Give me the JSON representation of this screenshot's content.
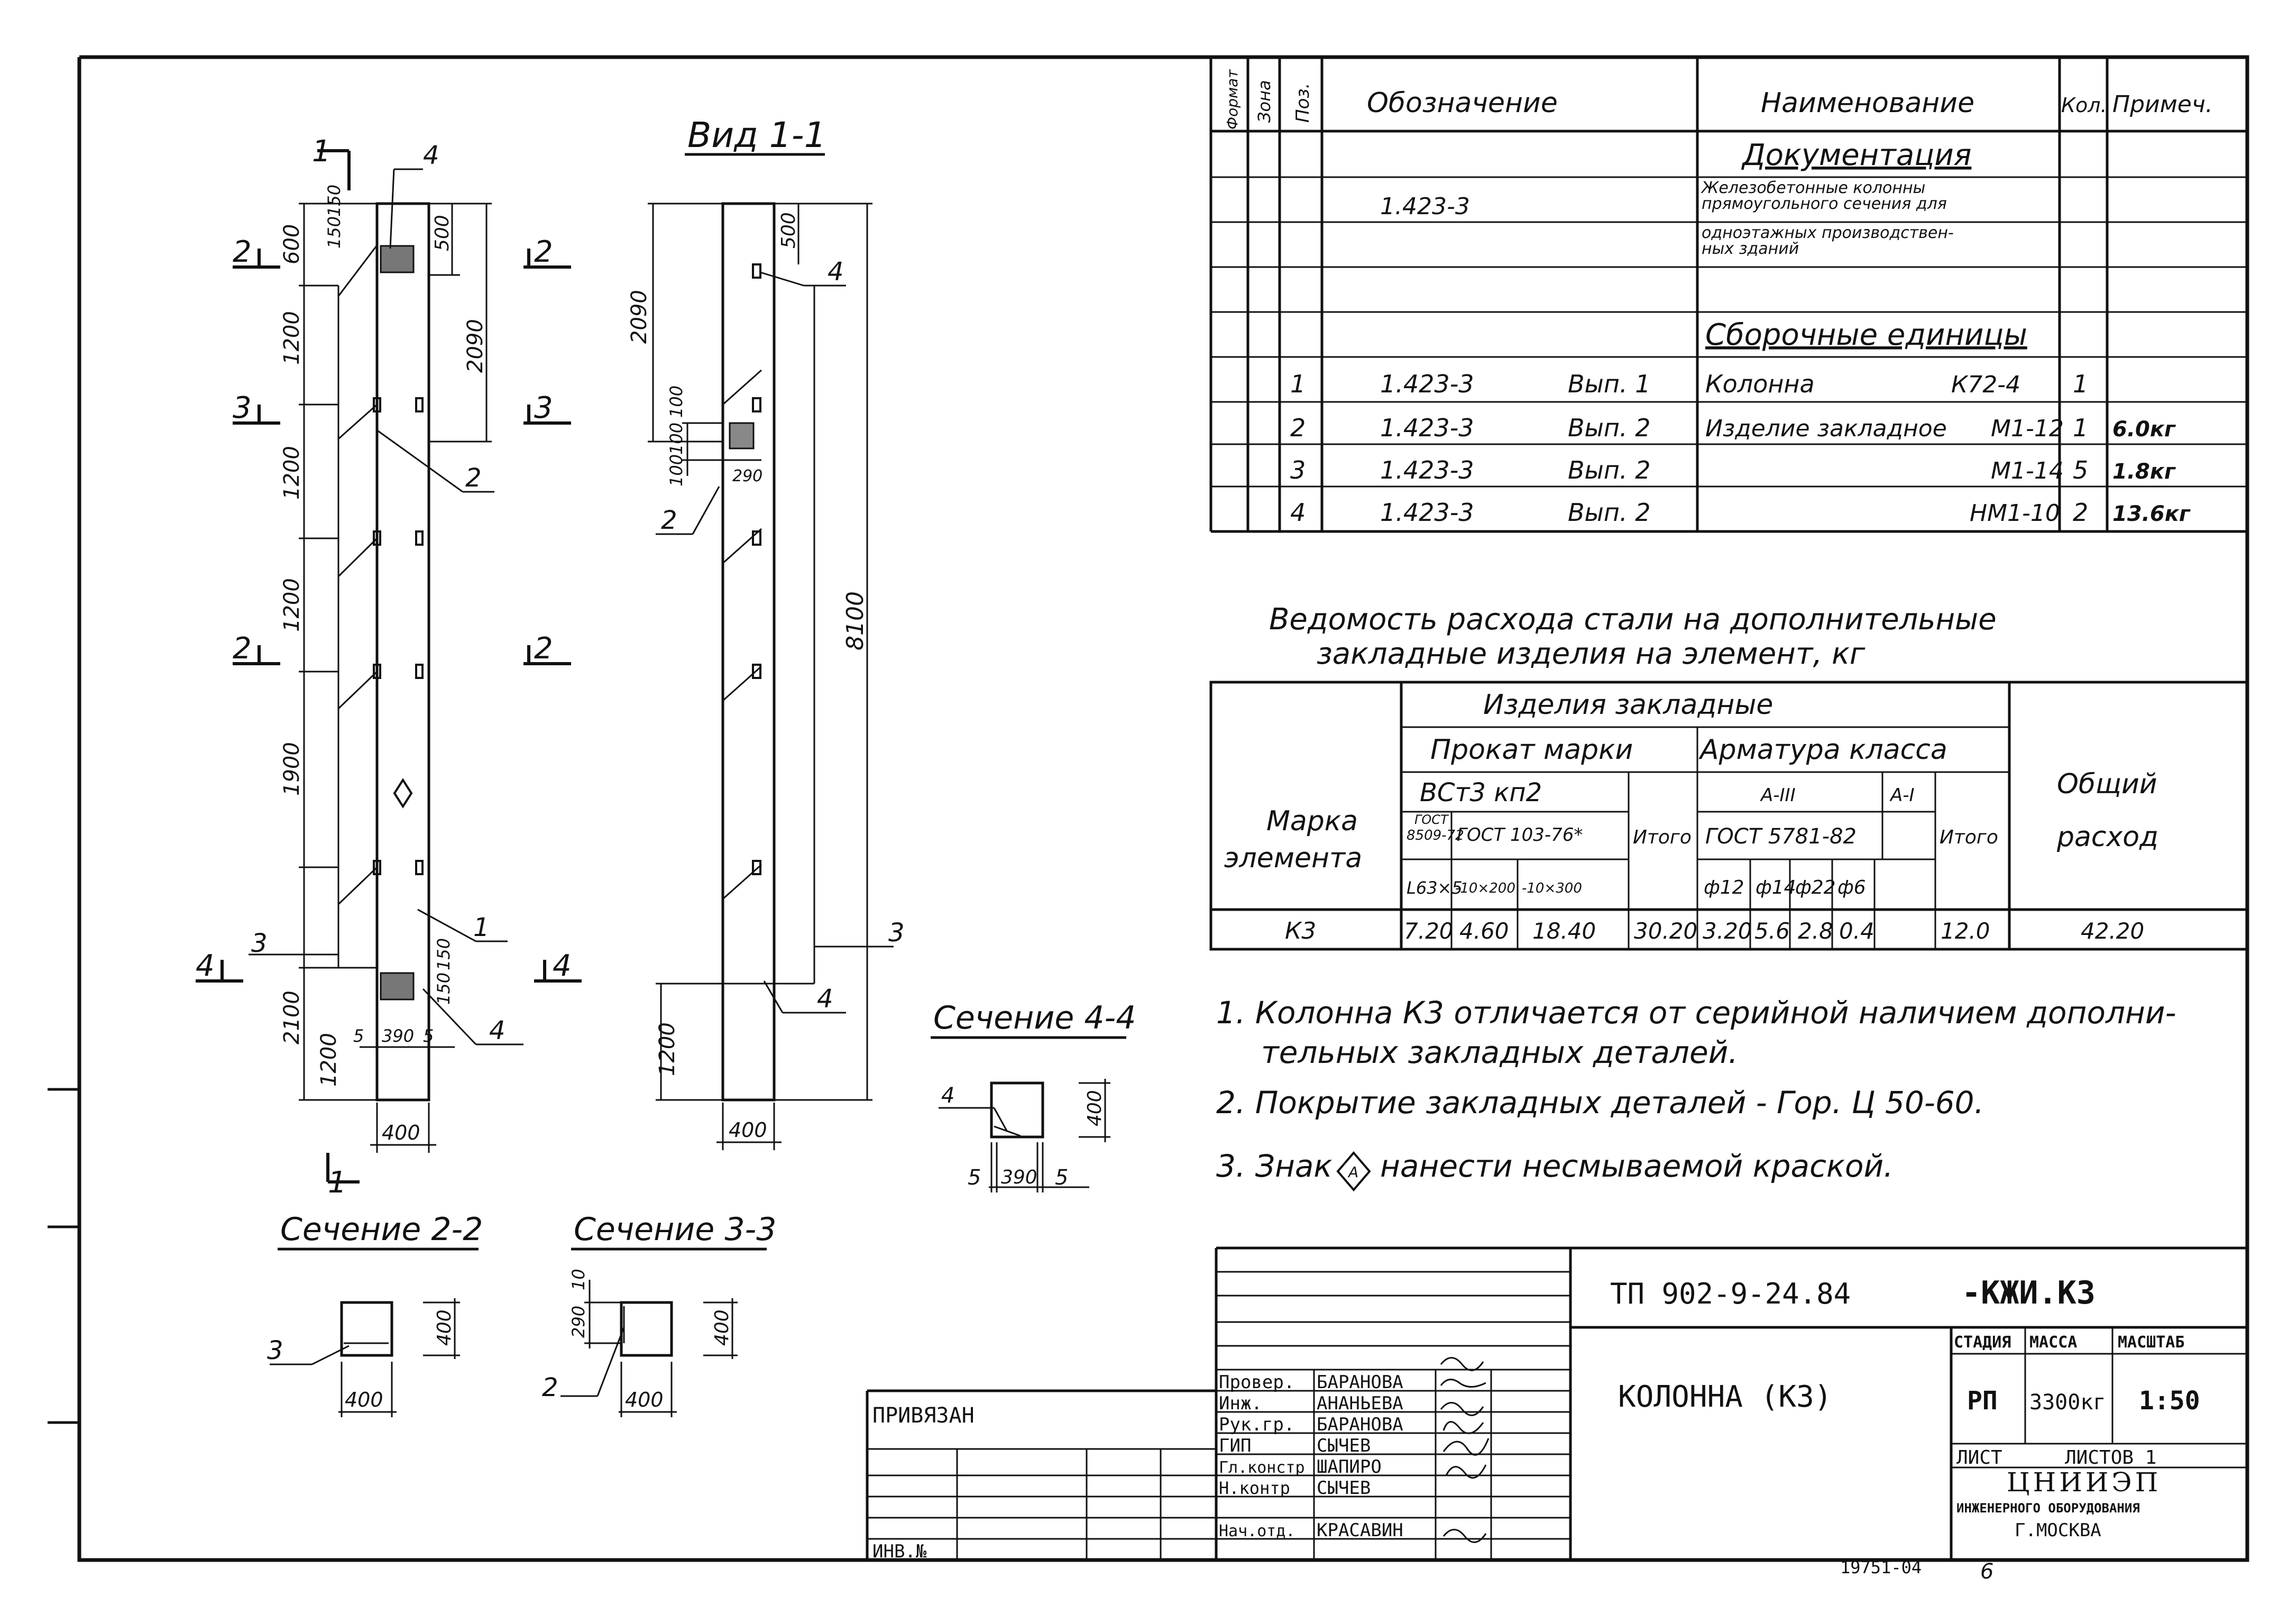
{
  "drawing": {
    "view_title": "Вид 1-1",
    "front_view": {
      "section_marks": [
        "1",
        "1",
        "2",
        "2",
        "3",
        "3",
        "2",
        "2",
        "4",
        "4"
      ],
      "dims_left": [
        "600",
        "1200",
        "1200",
        "1200",
        "1900",
        "2100",
        "1200"
      ],
      "dims_misc": [
        "150",
        "150",
        "500",
        "2090",
        "5",
        "390",
        "5",
        "150",
        "150",
        "400"
      ],
      "callouts": [
        "4",
        "2",
        "1",
        "3",
        "4"
      ]
    },
    "side_view": {
      "dims": [
        "2090",
        "500",
        "100",
        "100",
        "100",
        "290",
        "8100",
        "1200",
        "400"
      ],
      "callouts": [
        "4",
        "2",
        "3",
        "4"
      ]
    },
    "section_4_4": {
      "title": "Сечение 4-4",
      "dims": [
        "400",
        "5",
        "390",
        "5"
      ],
      "callout": "4"
    },
    "section_2_2": {
      "title": "Сечение 2-2",
      "dims": [
        "400",
        "400"
      ],
      "callout": "3"
    },
    "section_3_3": {
      "title": "Сечение 3-3",
      "dims": [
        "290",
        "10",
        "400",
        "400"
      ],
      "callout": "2"
    }
  },
  "spec_table": {
    "headers": [
      "Формат",
      "Зона",
      "Поз.",
      "Обозначение",
      "Наименование",
      "Кол.",
      "Примеч."
    ],
    "section_documentation": "Документация",
    "doc_designation": "1.423-3",
    "doc_name_line1": "Железобетонные колонны",
    "doc_name_line2": "прямоугольного сечения для",
    "doc_name_line3": "одноэтажных производствен-",
    "doc_name_line4": "ных зданий",
    "section_assembly": "Сборочные единицы",
    "rows": [
      {
        "pos": "1",
        "designation": "1.423-3",
        "issue": "Вып. 1",
        "name": "Колонна",
        "mark": "К72-4",
        "qty": "1",
        "note": ""
      },
      {
        "pos": "2",
        "designation": "1.423-3",
        "issue": "Вып. 2",
        "name": "Изделие закладное",
        "mark": "М1-12",
        "qty": "1",
        "note": "6.0кг"
      },
      {
        "pos": "3",
        "designation": "1.423-3",
        "issue": "Вып. 2",
        "name": "",
        "mark": "М1-14",
        "qty": "5",
        "note": "1.8кг"
      },
      {
        "pos": "4",
        "designation": "1.423-3",
        "issue": "Вып. 2",
        "name": "",
        "mark": "НМ1-10",
        "qty": "2",
        "note": "13.6кг"
      }
    ]
  },
  "steel_table": {
    "title_line1": "Ведомость расхода стали на дополнительные",
    "title_line2": "закладные изделия на элемент, кг",
    "h_mark_1": "Марка",
    "h_mark_2": "элемента",
    "h_embedded": "Изделия закладные",
    "h_rolled": "Прокат марки",
    "h_rebar": "Арматура класса",
    "h_total_1": "Общий",
    "h_total_2": "расход",
    "h_steel": "ВСт3 кп2",
    "h_gost1_1": "ГОСТ",
    "h_gost1_2": "8509-72",
    "h_gost2": "ГОСТ 103-76*",
    "h_itogo": "Итого",
    "h_aiii": "А-III",
    "h_ai": "А-I",
    "h_gost3": "ГОСТ 5781-82",
    "h_itogo2": "Итого",
    "sub": [
      "L63×5",
      "-10×200",
      "-10×300",
      "ф12",
      "ф14",
      "ф22",
      "ф6"
    ],
    "row": [
      "К3",
      "7.20",
      "4.60",
      "18.40",
      "30.20",
      "3.20",
      "5.6",
      "2.8",
      "0.4",
      "12.0",
      "42.20"
    ]
  },
  "notes": [
    "1. Колонна К3 отличается от серийной наличием дополни-",
    "тельных закладных деталей.",
    "2. Покрытие закладных деталей - Гор. Ц 50-60.",
    "3. Знак",
    "нанести несмываемой краской."
  ],
  "note_sign": "А",
  "title_block": {
    "code": "ТП 902-9-24.84",
    "code_suffix": "-КЖИ.К3",
    "name": "КОЛОННА (К3)",
    "stage_h": "СТАДИЯ",
    "mass_h": "МАССА",
    "scale_h": "МАСШТАБ",
    "stage": "РП",
    "mass": "3300кг",
    "scale": "1:50",
    "sheet_h": "ЛИСТ",
    "sheets_h": "ЛИСТОВ 1",
    "org": "ЦНИИЭП",
    "org2": "ИНЖЕНЕРНОГО ОБОРУДОВАНИЯ",
    "org3": "Г.МОСКВА",
    "staff": [
      {
        "role": "Провер.",
        "name": "БАРАНОВА"
      },
      {
        "role": "Инж.",
        "name": "АНАНЬЕВА"
      },
      {
        "role": "Рук.гр.",
        "name": "БАРАНОВА"
      },
      {
        "role": "ГИП",
        "name": "СЫЧЕВ"
      },
      {
        "role": "Гл.констр",
        "name": "ШАПИРО"
      },
      {
        "role": "Н.контр",
        "name": "СЫЧЕВ"
      },
      {
        "role": "Нач.отд.",
        "name": "КРАСАВИН"
      }
    ],
    "privyazan": "ПРИВЯЗАН",
    "inv": "ИНВ.№",
    "archive_no": "19751-04",
    "page_no": "6"
  }
}
